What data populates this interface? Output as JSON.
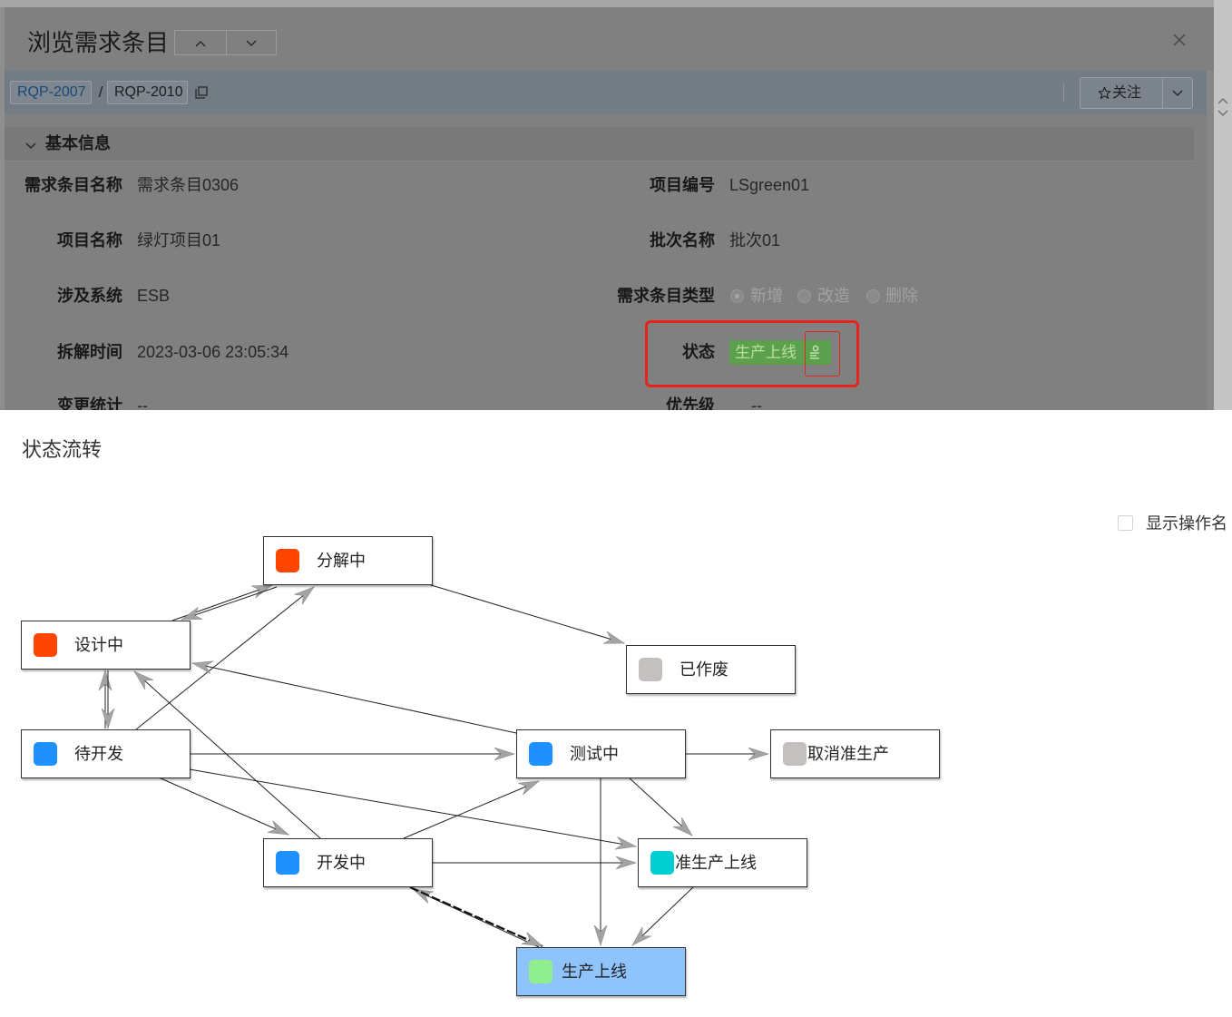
{
  "dialog": {
    "title": "浏览需求条目",
    "icons": {
      "prev": "chevron-up-icon",
      "next": "chevron-down-icon",
      "close": "close-icon"
    }
  },
  "breadcrumb": {
    "items": [
      {
        "label": "RQP-2007"
      },
      {
        "label": "RQP-2010"
      }
    ],
    "separator": "/",
    "copy_icon": "copy-icon"
  },
  "follow": {
    "label": "关注",
    "icon": "star-icon",
    "menu_icon": "chevron-down-icon"
  },
  "section": {
    "title": "基本信息",
    "icon": "chevron-down-icon"
  },
  "fields": {
    "left": [
      {
        "label": "需求条目名称",
        "value": "需求条目0306"
      },
      {
        "label": "项目名称",
        "value": "绿灯项目01"
      },
      {
        "label": "涉及系统",
        "value": "ESB"
      },
      {
        "label": "拆解时间",
        "value": "2023-03-06 23:05:34"
      },
      {
        "label": "变更统计",
        "value": "--"
      }
    ],
    "right": [
      {
        "label": "项目编号",
        "value": "LSgreen01"
      },
      {
        "label": "批次名称",
        "value": "批次01"
      },
      {
        "label": "需求条目类型",
        "options": [
          "新增",
          "改造",
          "删除"
        ],
        "selected_index": 0,
        "disabled": true
      },
      {
        "label": "状态",
        "value": "生产上线",
        "tag_color": "#5c9f4d",
        "tag_text_color": "#b6e09e",
        "icon": "state-flow-icon"
      },
      {
        "label": "优先级",
        "value": "--"
      }
    ]
  },
  "highlight_color": "#e8231b",
  "flow": {
    "title": "状态流转",
    "show_operation_name": {
      "label": "显示操作名",
      "checked": false
    },
    "nodes": {
      "decompose": {
        "label": "分解中",
        "color": "#ff4500"
      },
      "design": {
        "label": "设计中",
        "color": "#ff4500"
      },
      "abandoned": {
        "label": "已作废",
        "color": "#c4c0c0"
      },
      "todo": {
        "label": "待开发",
        "color": "#1e90ff"
      },
      "testing": {
        "label": "测试中",
        "color": "#1e90ff"
      },
      "cancel": {
        "label": "取消准生产",
        "color": "#c4c0c0"
      },
      "developing": {
        "label": "开发中",
        "color": "#1e90ff"
      },
      "preprod": {
        "label": "准生产上线",
        "color": "#00ced1"
      },
      "prod": {
        "label": "生产上线",
        "color": "#90ee90",
        "fill": "#8fc3fb"
      }
    }
  }
}
